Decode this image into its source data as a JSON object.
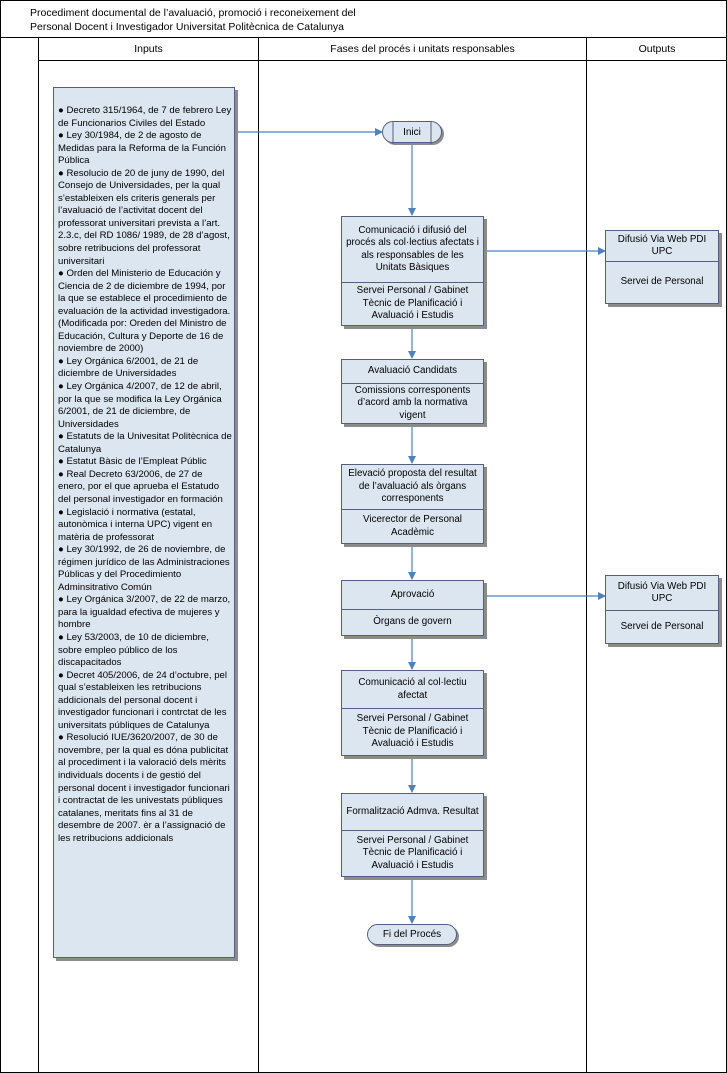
{
  "title": {
    "line1": "Procediment documental de l’avaluació, promoció i reconeixement del",
    "line2": "Personal Docent i Investigador Universitat Politècnica de Catalunya"
  },
  "columns": {
    "inputs": "Inputs",
    "phases": "Fases del procés i unitats responsables",
    "outputs": "Outputs"
  },
  "inputs": [
    "● Decreto 315/1964, de 7 de febrero Ley de Funcionarios Civiles del Estado",
    "● Ley 30/1984, de 2 de agosto de Medidas para la Reforma de la Función Pública",
    "● Resolucio de 20 de juny de 1990, del Consejo de Universidades, per la qual s’estableixen els criteris generals per l’avaluació de l’activitat docent del professorat universitari prevista a l’art. 2.3.c, del RD 1086/ 1989, de 28 d’agost, sobre retribucions del professorat universitari",
    "● Orden del Ministerio de Educación y Ciencia de 2 de diciembre de 1994, por la que se establece el procedimiento de evaluación de la actividad investigadora. (Modificada por: Oreden del Ministro de Educación, Cultura y Deporte de 16 de noviembre de 2000)",
    "● Ley Orgánica 6/2001, de 21 de diciembre de Universidades",
    "● Ley Orgánica 4/2007, de 12 de abril, por la que se modifica la Ley Orgánica 6/2001, de 21 de diciembre, de Universidades",
    "● Estatuts de la Univesitat Politècnica de Catalunya",
    "● Estatut Bàsic de l’Empleat Públic",
    "● Real Decreto 63/2006, de 27 de enero, por el que aprueba el Estatudo del personal investigador en formación",
    "● Legislació i normativa (estatal, autonòmica i interna UPC) vigent en matèria de professorat",
    "● Ley 30/1992, de 26 de noviembre, de régimen jurídico de las Administraciones Públicas y del Procedimiento Adminsitrativo Común",
    "● Ley Orgánica 3/2007, de 22 de marzo, para la igualdad efectiva de mujeres y hombre",
    "● Ley 53/2003, de 10 de diciembre, sobre empleo público de los discapacitados",
    "● Decret 405/2006, de 24 d’octubre, pel qual s’estableixen les retribucions addicionals del personal docent i investigador funcionari i contrctat de les universitats públiques de Catalunya",
    "● Resolució IUE/3620/2007, de 30 de novembre, per la qual es dóna publicitat al procediment i la valoració dels mèrits individuals docents i de gestió del personal docent i investigador funcionari i contractat de les univestats públiques catalanes, meritats fins al 31 de desembre de 2007. èr a l’assignació de les retribucions addicionals"
  ],
  "start": "Inici",
  "end": "Fi del Procés",
  "steps": [
    {
      "task": "Comunicació i difusió del procés als col·lectius afectats i als responsables de les Unitats Bàsiques",
      "responsible": "Servei Personal / Gabinet Tècnic de Planificació i Avaluació i Estudis"
    },
    {
      "task": "Avaluació Candidats",
      "responsible": "Comissions corresponents d’acord amb la normativa vigent"
    },
    {
      "task": "Elevació proposta del resultat de l’avaluació als òrgans corresponents",
      "responsible": "Vicerector de Personal Acadèmic"
    },
    {
      "task": "Aprovació",
      "responsible": "Òrgans de govern"
    },
    {
      "task": "Comunicació al col·lectiu afectat",
      "responsible": "Servei Personal / Gabinet Tècnic de Planificació i Avaluació i Estudis"
    },
    {
      "task": "Formalització Admva. Resultat",
      "responsible": "Servei Personal / Gabinet Tècnic de Planificació i Avaluació i Estudis"
    }
  ],
  "outputs": [
    {
      "title": "Difusió Via Web PDI UPC",
      "responsible": "Servei de Personal"
    },
    {
      "title": "Difusió Via Web PDI UPC",
      "responsible": "Servei de Personal"
    }
  ]
}
